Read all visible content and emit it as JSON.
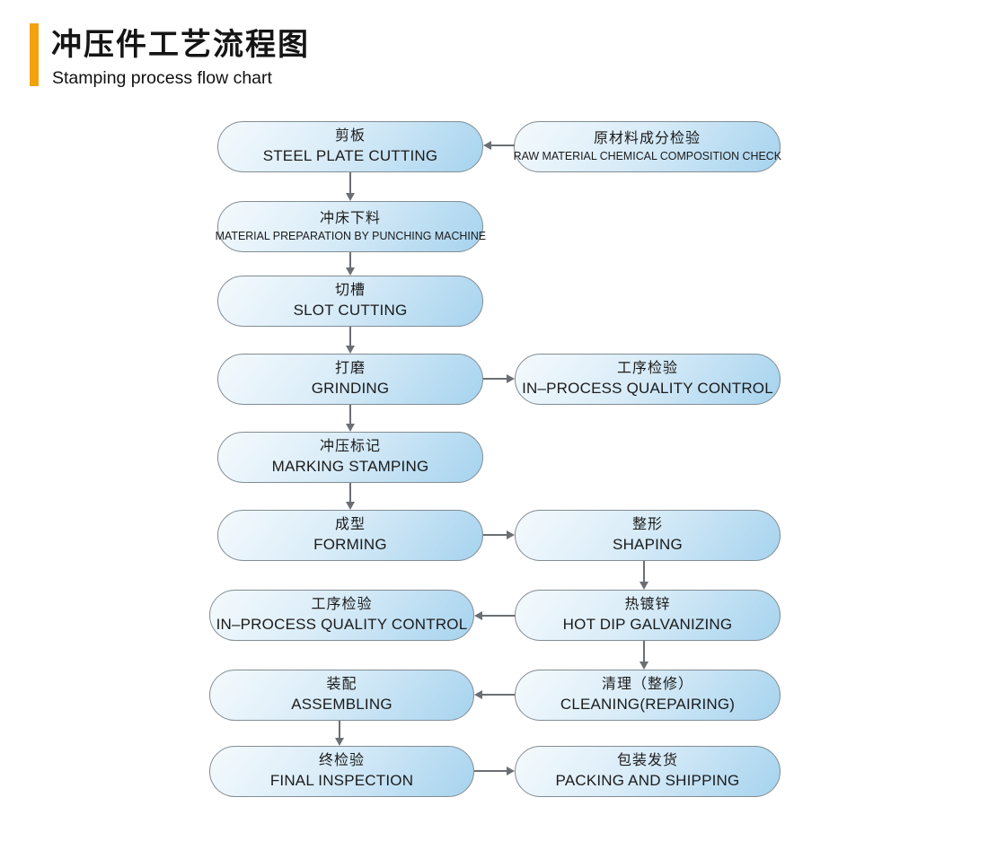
{
  "header": {
    "title_cn": "冲压件工艺流程图",
    "title_en": "Stamping process flow chart"
  },
  "boxes": [
    {
      "id": "steel-plate-cutting",
      "cn": "剪板",
      "en": "STEEL PLATE CUTTING"
    },
    {
      "id": "raw-material-check",
      "cn": "原材料成分检验",
      "en": "RAW MATERIAL CHEMICAL COMPOSITION CHECK"
    },
    {
      "id": "punching-preparation",
      "cn": "冲床下料",
      "en": "MATERIAL PREPARATION BY PUNCHING MACHINE"
    },
    {
      "id": "slot-cutting",
      "cn": "切槽",
      "en": "SLOT CUTTING"
    },
    {
      "id": "grinding",
      "cn": "打磨",
      "en": "GRINDING"
    },
    {
      "id": "in-process-qc-1",
      "cn": "工序检验",
      "en": "IN–PROCESS QUALITY CONTROL"
    },
    {
      "id": "marking-stamping",
      "cn": "冲压标记",
      "en": "MARKING STAMPING"
    },
    {
      "id": "forming",
      "cn": "成型",
      "en": "FORMING"
    },
    {
      "id": "shaping",
      "cn": "整形",
      "en": "SHAPING"
    },
    {
      "id": "in-process-qc-2",
      "cn": "工序检验",
      "en": "IN–PROCESS QUALITY CONTROL"
    },
    {
      "id": "hot-dip-galvanizing",
      "cn": "热镀锌",
      "en": "HOT DIP GALVANIZING"
    },
    {
      "id": "assembling",
      "cn": "装配",
      "en": "ASSEMBLING"
    },
    {
      "id": "cleaning-repairing",
      "cn": "清理（整修）",
      "en": "CLEANING(REPAIRING)"
    },
    {
      "id": "final-inspection",
      "cn": "终检验",
      "en": "FINAL INSPECTION"
    },
    {
      "id": "packing-shipping",
      "cn": "包装发货",
      "en": "PACKING AND SHIPPING"
    }
  ],
  "flow": {
    "connections": [
      {
        "from": "raw-material-check",
        "to": "steel-plate-cutting",
        "direction": "left"
      },
      {
        "from": "steel-plate-cutting",
        "to": "punching-preparation",
        "direction": "down"
      },
      {
        "from": "punching-preparation",
        "to": "slot-cutting",
        "direction": "down"
      },
      {
        "from": "slot-cutting",
        "to": "grinding",
        "direction": "down"
      },
      {
        "from": "grinding",
        "to": "in-process-qc-1",
        "direction": "right"
      },
      {
        "from": "grinding",
        "to": "marking-stamping",
        "direction": "down"
      },
      {
        "from": "marking-stamping",
        "to": "forming",
        "direction": "down"
      },
      {
        "from": "forming",
        "to": "shaping",
        "direction": "right"
      },
      {
        "from": "shaping",
        "to": "hot-dip-galvanizing",
        "direction": "down"
      },
      {
        "from": "hot-dip-galvanizing",
        "to": "in-process-qc-2",
        "direction": "left"
      },
      {
        "from": "hot-dip-galvanizing",
        "to": "cleaning-repairing",
        "direction": "down"
      },
      {
        "from": "cleaning-repairing",
        "to": "assembling",
        "direction": "left"
      },
      {
        "from": "assembling",
        "to": "final-inspection",
        "direction": "down"
      },
      {
        "from": "final-inspection",
        "to": "packing-shipping",
        "direction": "right"
      }
    ]
  },
  "colors": {
    "accent": "#F2A20E",
    "box_fill_start": "#F5FAFD",
    "box_fill_end": "#A6D3EE",
    "box_border": "#828C93",
    "arrow": "#6B6F73",
    "text": "#1B1B1B"
  }
}
